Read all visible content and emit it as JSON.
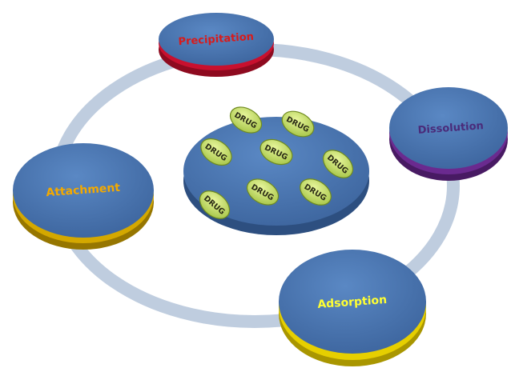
{
  "diagram": {
    "center": {
      "drug_label": "DRUG",
      "drug_count": 8
    },
    "nodes": [
      {
        "id": "precipitation",
        "label": "Precipitation",
        "rim_color": "#c8102e",
        "rim_dark": "#8e0a1f",
        "text_color": "#d81b1b"
      },
      {
        "id": "dissolution",
        "label": "Dissolution",
        "rim_color": "#6a2a8f",
        "rim_dark": "#481a63",
        "text_color": "#4a2b7a"
      },
      {
        "id": "adsorption",
        "label": "Adsorption",
        "rim_color": "#e6cf00",
        "rim_dark": "#a99600",
        "text_color": "#ffff33"
      },
      {
        "id": "attachment",
        "label": "Attachment",
        "rim_color": "#d4a800",
        "rim_dark": "#967600",
        "text_color": "#f3a900"
      }
    ],
    "colors": {
      "disc_face": "#4d78b3",
      "disc_side": "#2d4f80",
      "ring": "#b8c8dc",
      "drug_pill": "#c8e06a",
      "drug_pill_edge": "#6f8a1f",
      "drug_text": "#2a2a14"
    }
  }
}
